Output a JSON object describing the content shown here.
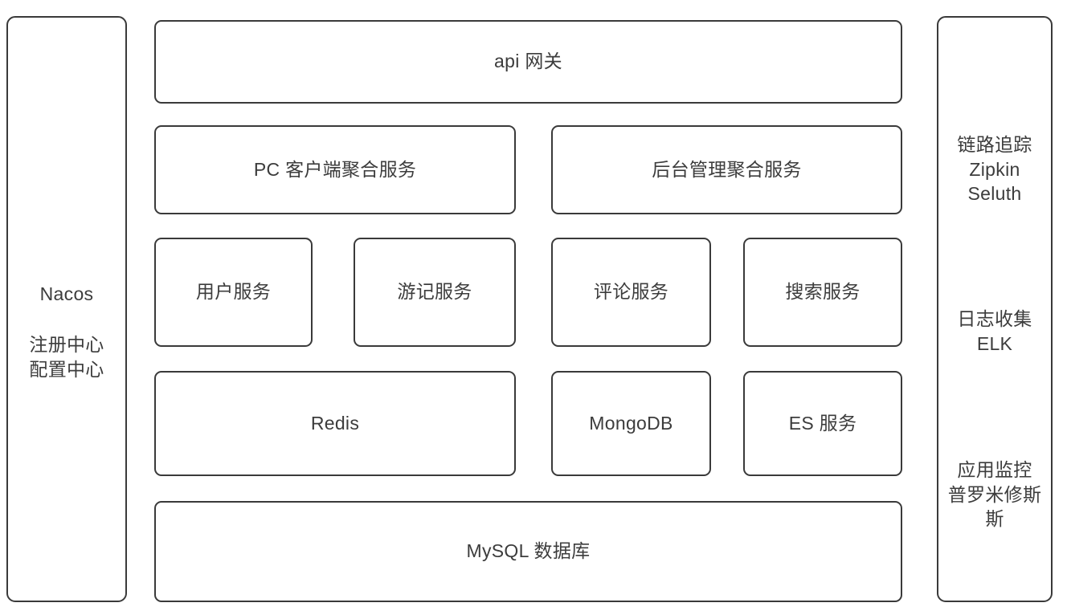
{
  "diagram": {
    "title": "microservice-architecture-diagram",
    "stroke_color": "#3a3a3a",
    "text_color": "#3c3c3c",
    "background_color": "#ffffff"
  },
  "left_panel": {
    "name": "Nacos",
    "subtitle": "注册中心\n配置中心"
  },
  "right_panel": {
    "groups": [
      {
        "label": "链路追踪\nZipkin\nSeluth"
      },
      {
        "label": "日志收集\nELK"
      },
      {
        "label": "应用监控\n普罗米修斯\n斯"
      }
    ]
  },
  "layers": {
    "gateway": {
      "label": "api 网关"
    },
    "aggregation": [
      {
        "label": "PC 客户端聚合服务"
      },
      {
        "label": "后台管理聚合服务"
      }
    ],
    "services": [
      {
        "label": "用户服务"
      },
      {
        "label": "游记服务"
      },
      {
        "label": "评论服务"
      },
      {
        "label": "搜索服务"
      }
    ],
    "datastores": [
      {
        "label": "Redis"
      },
      {
        "label": "MongoDB"
      },
      {
        "label": "ES 服务"
      }
    ],
    "database": {
      "label": "MySQL 数据库"
    }
  }
}
